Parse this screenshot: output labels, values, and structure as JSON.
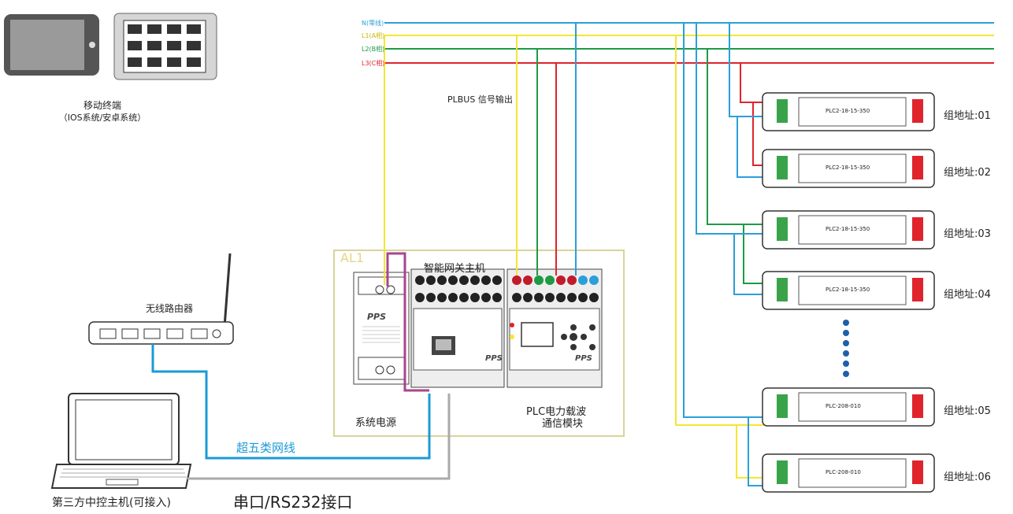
{
  "power_lines": {
    "n": {
      "label": "N(零线)",
      "color": "#2b9fd9"
    },
    "l1": {
      "label": "L1(A相)",
      "color": "#f5e632"
    },
    "l2": {
      "label": "L2(B相)",
      "color": "#1e9a45"
    },
    "l3": {
      "label": "L3(C相)",
      "color": "#e0242c"
    }
  },
  "labels": {
    "mobile": "移动终端",
    "mobile_os": "（IOS系统/安卓系统）",
    "router": "无线路由器",
    "pc": "第三方中控主机(可接入)",
    "serial": "串口/RS232接口",
    "cable": "超五类网线",
    "plbus": "PLBUS 信号输出",
    "cabinet": "AL1",
    "gateway": "智能网关主机",
    "psu": "系统电源",
    "plc_line1": "PLC电力载波",
    "plc_line2": "通信模块",
    "brand": "PPS"
  },
  "drivers": [
    {
      "model": "PLC2-18-15-350",
      "group": "组地址:01"
    },
    {
      "model": "PLC2-18-15-350",
      "group": "组地址:02"
    },
    {
      "model": "PLC2-18-15-350",
      "group": "组地址:03"
    },
    {
      "model": "PLC2-18-15-350",
      "group": "组地址:04"
    },
    {
      "model": "PLC-208-010",
      "group": "组地址:05"
    },
    {
      "model": "PLC-208-010",
      "group": "组地址:06"
    }
  ],
  "colors": {
    "cat5": "#1a9ad6",
    "serial": "#aaaaaa",
    "psu_link": "#a8458c",
    "cabinet": "#d9d39a"
  }
}
